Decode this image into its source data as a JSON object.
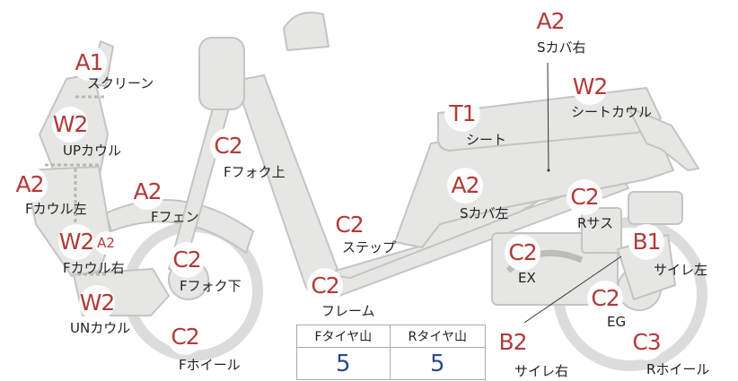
{
  "parts": [
    {
      "id": "screen",
      "grade": "A1",
      "label": "スクリーン"
    },
    {
      "id": "up-cowl",
      "grade": "W2",
      "label": "UPカウル"
    },
    {
      "id": "f-cowl-left",
      "grade": "A2",
      "label": "Fカウル左"
    },
    {
      "id": "f-cowl-right",
      "grade": "W2",
      "grade_extra": "A2",
      "label": "Fカウル右"
    },
    {
      "id": "un-cowl",
      "grade": "W2",
      "label": "UNカウル"
    },
    {
      "id": "f-fender",
      "grade": "A2",
      "label": "Fフェン"
    },
    {
      "id": "f-fork-upper",
      "grade": "C2",
      "label": "Fフォク上"
    },
    {
      "id": "f-fork-lower",
      "grade": "C2",
      "label": "Fフォク下"
    },
    {
      "id": "f-wheel",
      "grade": "C2",
      "label": "Fホイール"
    },
    {
      "id": "step",
      "grade": "C2",
      "label": "ステップ"
    },
    {
      "id": "frame",
      "grade": "C2",
      "label": "フレーム"
    },
    {
      "id": "s-cover-right",
      "grade": "A2",
      "label": "Sカバ右"
    },
    {
      "id": "seat-cowl",
      "grade": "W2",
      "label": "シートカウル"
    },
    {
      "id": "seat",
      "grade": "T1",
      "label": "シート"
    },
    {
      "id": "s-cover-left",
      "grade": "A2",
      "label": "Sカバ左"
    },
    {
      "id": "r-suspension",
      "grade": "C2",
      "label": "Rサス"
    },
    {
      "id": "muffler-left",
      "grade": "B1",
      "label": "サイレ左"
    },
    {
      "id": "ex",
      "grade": "C2",
      "label": "EX"
    },
    {
      "id": "eg",
      "grade": "C2",
      "label": "EG"
    },
    {
      "id": "r-wheel",
      "grade": "C3",
      "label": "Rホイール"
    },
    {
      "id": "muffler-right",
      "grade": "B2",
      "label": "サイレ右"
    }
  ],
  "tread_table": {
    "front_header": "Fタイヤ山",
    "rear_header": "Rタイヤ山",
    "front_value": "5",
    "rear_value": "5"
  },
  "colors": {
    "grade": "#b23a3a",
    "tread_value": "#2d4a8a",
    "body_fill": "#e6e6e4",
    "body_stroke": "#c4c4c2"
  }
}
